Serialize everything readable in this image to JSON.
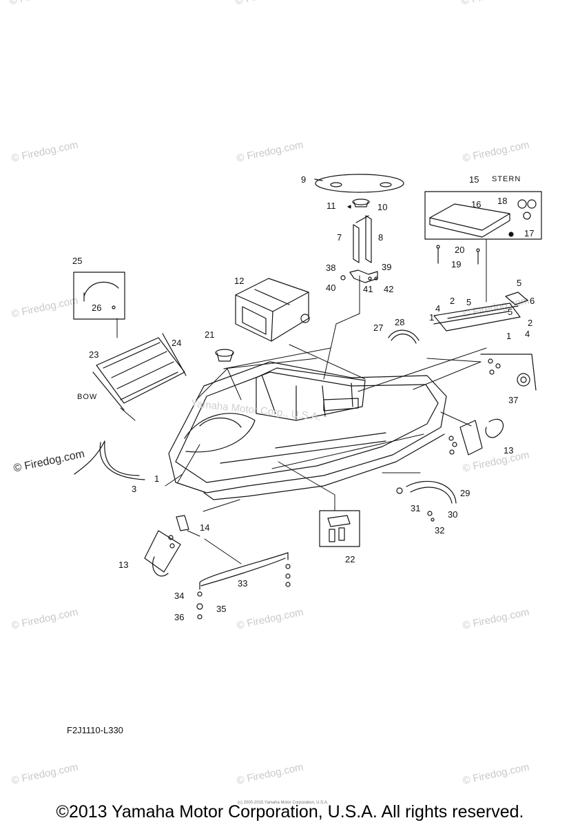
{
  "watermark": "© Firedog.com",
  "side_labels": {
    "stern": "STERN",
    "bow": "BOW"
  },
  "ghost_text": "Yamaha Motor Corp., U.S.A.",
  "callouts": [
    "1",
    "2",
    "2",
    "3",
    "4",
    "4",
    "5",
    "5",
    "5",
    "6",
    "7",
    "8",
    "9",
    "10",
    "11",
    "12",
    "13",
    "13",
    "14",
    "15",
    "16",
    "17",
    "18",
    "19",
    "20",
    "21",
    "22",
    "23",
    "24",
    "25",
    "26",
    "27",
    "28",
    "29",
    "30",
    "31",
    "32",
    "33",
    "34",
    "35",
    "36",
    "37",
    "38",
    "39",
    "40",
    "41",
    "42",
    "1",
    "1"
  ],
  "diagram_code": "F2J1110-L330",
  "tiny_notice": "(c) 2000-2015 Yamaha Motor Corporation, U.S.A.",
  "copyright": "©2013 Yamaha Motor Corporation, U.S.A. All rights reserved."
}
